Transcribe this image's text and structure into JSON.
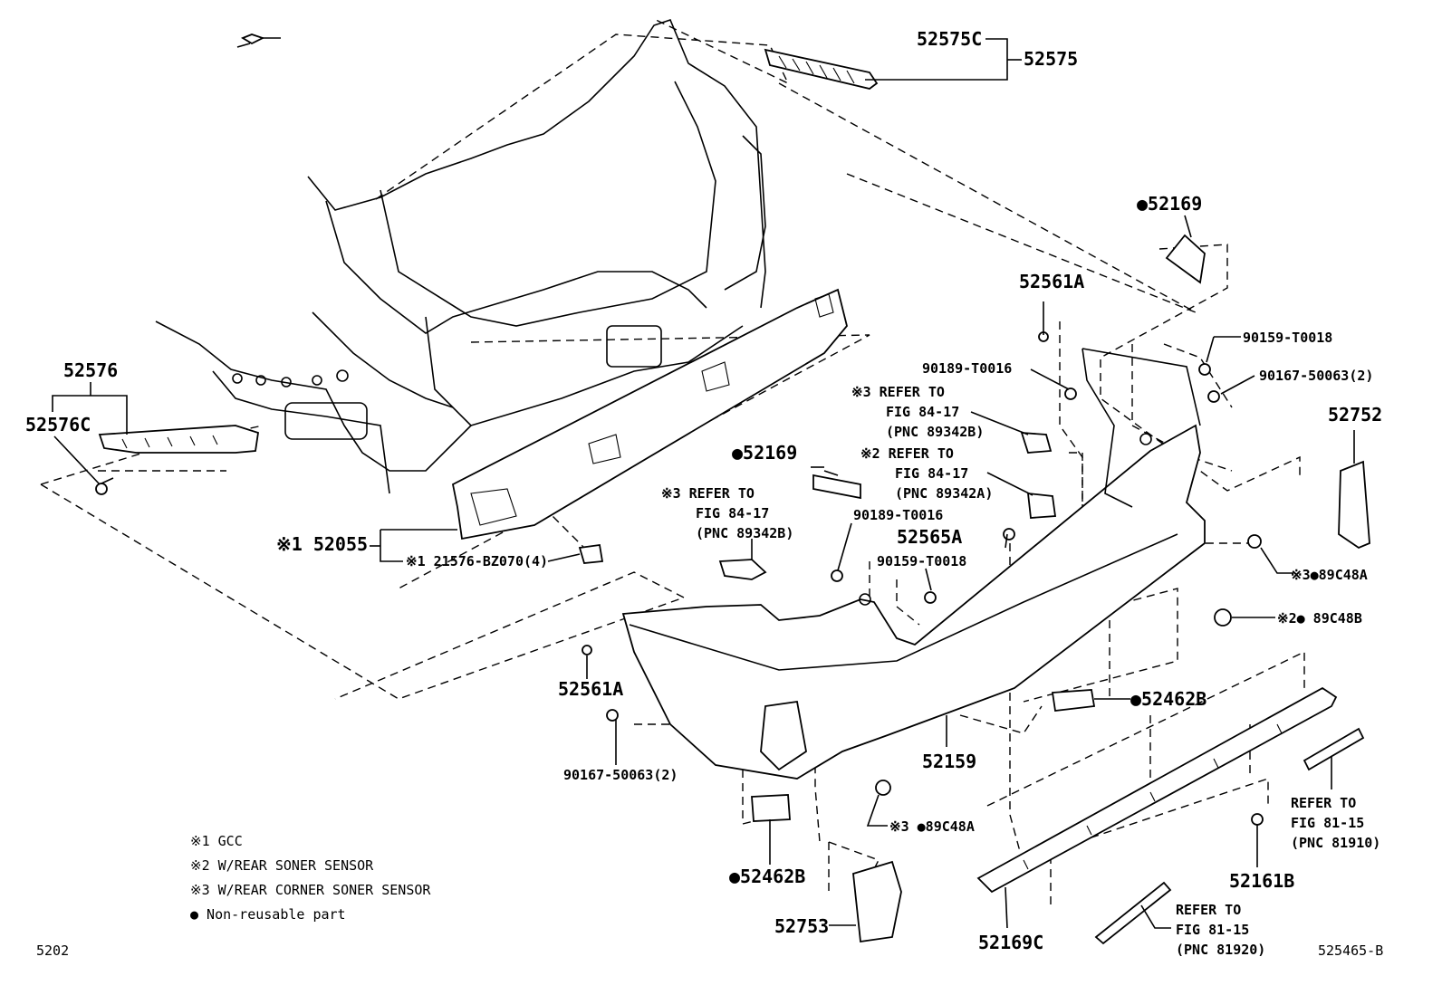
{
  "labels": {
    "p52575C": "52575C",
    "p52575": "52575",
    "p52576": "52576",
    "p52576C": "52576C",
    "p52169_top": "●52169",
    "p52561A_top": "52561A",
    "p90159_top": "90159-T0018",
    "p90167_top": "90167-50063(2)",
    "p90189_top": "90189-T0016",
    "p52752": "52752",
    "ref3_top": [
      "※3 REFER TO",
      "FIG 84-17",
      "(PNC 89342B)"
    ],
    "ref2": [
      "※2 REFER TO",
      "FIG 84-17",
      "(PNC 89342A)"
    ],
    "p52169_mid": "●52169",
    "ref3_left": [
      "※3 REFER TO",
      "FIG 84-17",
      "(PNC 89342B)"
    ],
    "p90189_mid": "90189-T0016",
    "p52565A": "52565A",
    "p90159_mid": "90159-T0018",
    "p52055": "※1 52055",
    "p21576": "※1 21576-BZ070(4)",
    "p89C48A_right": "※3●89C48A",
    "p89C48B": "※2● 89C48B",
    "p52561A_low": "52561A",
    "p52462B_right": "●52462B",
    "p52159": "52159",
    "p90167_low": "90167-50063(2)",
    "p89C48A_low": "※3 ●89C48A",
    "ref81910": [
      "REFER TO",
      "FIG 81-15",
      "(PNC 81910)"
    ],
    "p52161B": "52161B",
    "p52462B_low": "●52462B",
    "p52753": "52753",
    "p52169C": "52169C",
    "ref81920": [
      "REFER TO",
      "FIG 81-15",
      "(PNC 81920)"
    ]
  },
  "legend": [
    "※1 GCC",
    "※2 W/REAR SONER SENSOR",
    "※3 W/REAR CORNER SONER SENSOR",
    "● Non-reusable part"
  ],
  "footer": {
    "left_code": "5202",
    "right_code": "525465-B"
  }
}
